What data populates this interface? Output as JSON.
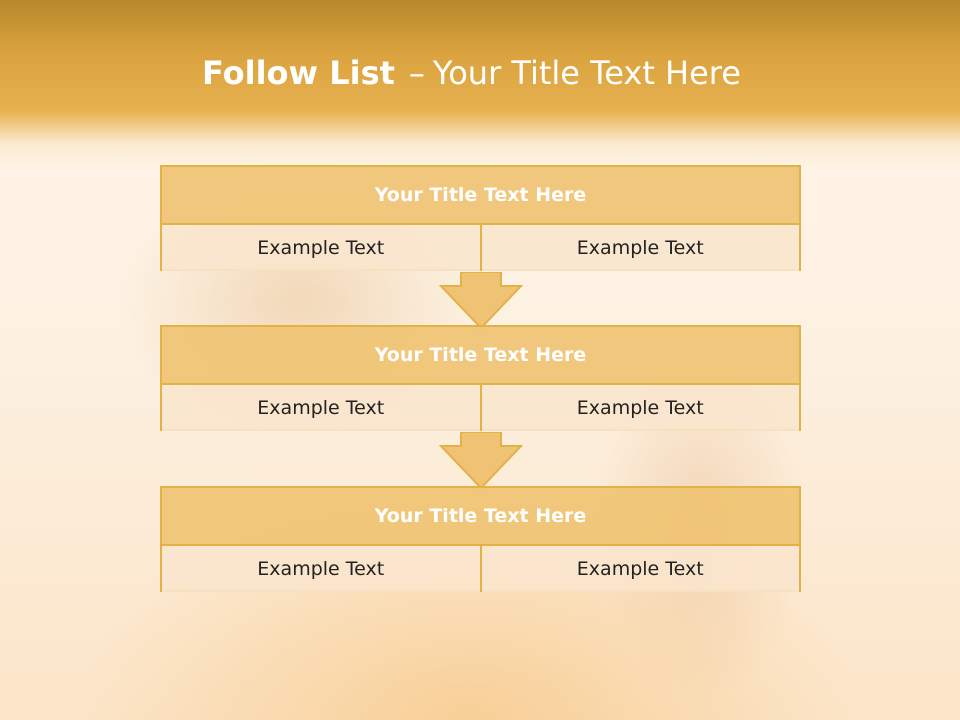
{
  "slide": {
    "title_bold": "Follow List",
    "title_separator": "–",
    "title_rest": "Your Title Text Here"
  },
  "steps": [
    {
      "title": "Your Title Text Here",
      "left": "Example Text",
      "right": "Example Text"
    },
    {
      "title": "Your Title Text Here",
      "left": "Example Text",
      "right": "Example Text"
    },
    {
      "title": "Your Title Text Here",
      "left": "Example Text",
      "right": "Example Text"
    }
  ],
  "colors": {
    "header_band": "#dca43f",
    "box_border": "#e2b248",
    "box_title_fill": "#efc373",
    "box_row_fill": "#fae5cd",
    "arrow_fill": "#efc373"
  }
}
